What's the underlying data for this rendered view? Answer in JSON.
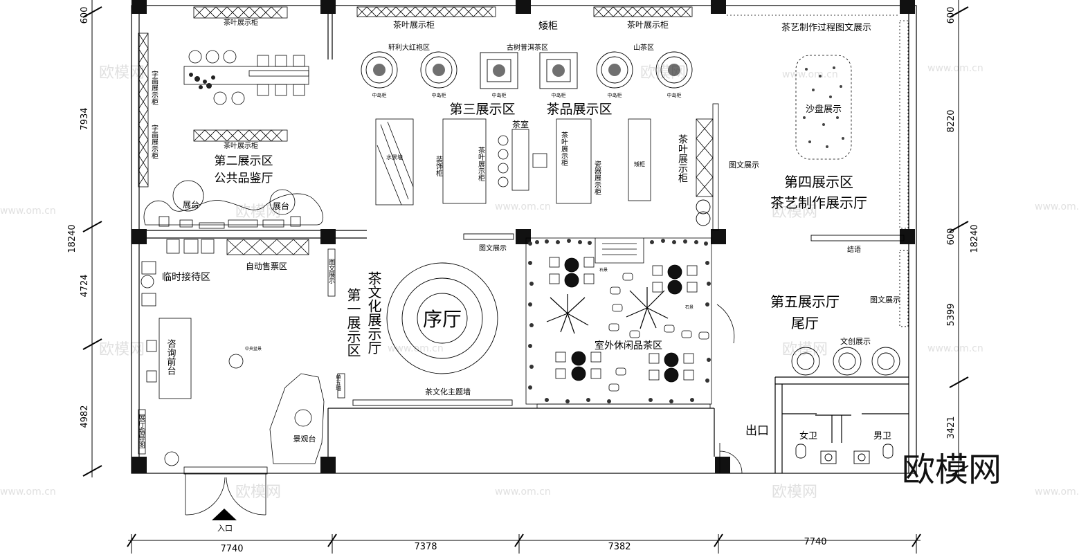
{
  "watermark": {
    "logo": "欧模网",
    "site": "www.om.cn",
    "mark": "欧模网"
  },
  "dimensions": {
    "top_left": "600",
    "left_7934": "7934",
    "left_18240": "18240",
    "left_4724": "4724",
    "left_4982": "4982",
    "right_600_top": "600",
    "right_8220": "8220",
    "right_600_mid": "600",
    "right_18240": "18240",
    "right_5399": "5399",
    "right_3421": "3421",
    "bottom": [
      "7740",
      "7378",
      "7382",
      "7740"
    ]
  },
  "zones": {
    "zone2": {
      "title": "第二展示区",
      "sub": "公共品鉴厅"
    },
    "zone3": {
      "title": "第三展示区",
      "title2": "茶品展示区"
    },
    "zone4": {
      "title": "第四展示区",
      "sub": "茶艺制作展示厅"
    },
    "zone5": {
      "title": "第五展示厅",
      "sub": "尾厅"
    },
    "zone1": {
      "col1": "茶文化展示厅",
      "col2": "第一展示区"
    },
    "lobby": "序厅",
    "reception": "临时接待区",
    "ticket": "自动售票区",
    "outdoor": "室外休闲品茶区"
  },
  "labels": {
    "tea_cabinet_1": "茶叶展示柜",
    "tea_cabinet_2": "茶叶展示柜",
    "tea_cabinet_3": "茶叶展示柜",
    "tea_cabinet_4": "茶叶展示柜",
    "low_cabinet_top": "矮柜",
    "low_cabinet_mid": "矮柜",
    "process_display": "茶艺制作过程图文展示",
    "sand_table": "沙盘展示",
    "graphic_1": "图文展示",
    "graphic_2": "图文展示",
    "graphic_3": "图文展示",
    "graphic_4": "图文展示",
    "epilogue": "结语",
    "creative": "文创展示",
    "exit": "出口",
    "female_wc": "女卫",
    "male_wc": "男卫",
    "entrance": "入口",
    "consult_desk": "咨询前台",
    "guide_map": "展厅指导图",
    "view_deck": "景观台",
    "theme_wall": "茶文化主题墙",
    "tea_room": "茶室",
    "deco_cabinet": "装饰柜",
    "tea_disp_vert_1": "茶叶展示柜",
    "tea_disp_vert_2": "茶叶展示柜",
    "porcelain_cabinet": "瓷器展示柜",
    "tea_disp_big": "茶叶展示柜",
    "calligraphy_1": "字画展示柜",
    "calligraphy_2": "字画展示柜",
    "stage_1": "展台",
    "stage_2": "展台",
    "area_dahongpao": "轩利大红袍区",
    "area_puer": "古树普洱茶区",
    "area_shancha": "山茶区",
    "island": "中岛柜",
    "water_feature": "水景墙",
    "single_door": "单五墙",
    "center_decor": "中央盆景",
    "rockery_1": "石景",
    "rockery_2": "石景"
  },
  "icons": [
    "entrance-arrow-icon",
    "tree-icon",
    "plant-icon",
    "toilet-icon",
    "sink-icon",
    "table-set-icon"
  ]
}
